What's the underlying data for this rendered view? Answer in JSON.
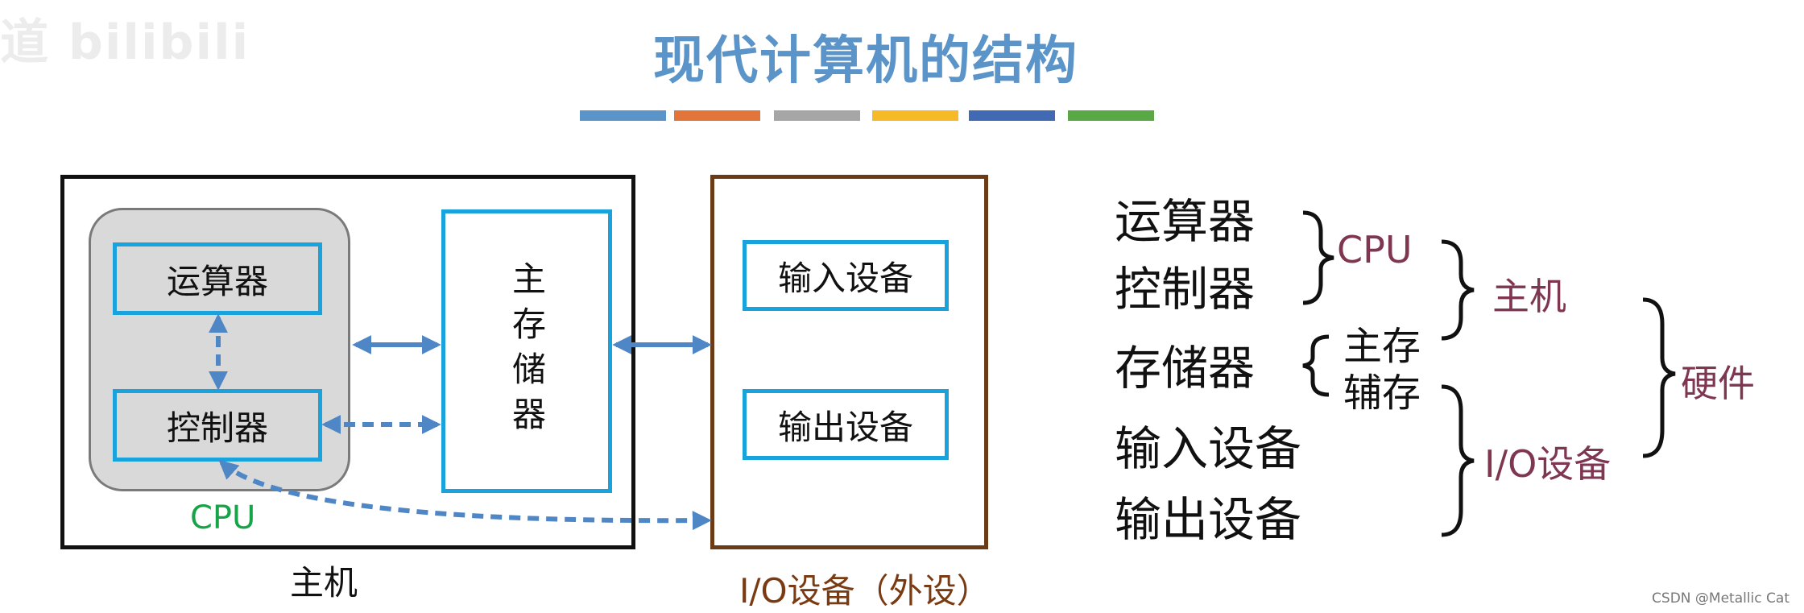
{
  "watermark": "道  bilibili",
  "title": "现代计算机的结构",
  "stripe_colors": [
    "#5b94c8",
    "#e2763a",
    "#a6a6a6",
    "#f6b928",
    "#4169b4",
    "#5aa845"
  ],
  "diagram": {
    "alu": "运算器",
    "control_unit": "控制器",
    "cpu_label": "CPU",
    "main_memory": "主存储器",
    "input_device": "输入设备",
    "output_device": "输出设备",
    "host_label": "主机",
    "io_label": "I/O设备（外设）"
  },
  "classification": {
    "alu": "运算器",
    "control_unit": "控制器",
    "storage": "存储器",
    "input_device": "输入设备",
    "output_device": "输出设备",
    "cpu": "CPU",
    "main_memory": "主存",
    "aux_memory": "辅存",
    "host": "主机",
    "io_device": "I/O设备",
    "hardware": "硬件"
  },
  "credit": "CSDN @Metallic Cat",
  "colors": {
    "title": "#5b94c8",
    "unit_border": "#1aa2dc",
    "arrow": "#4f86c6",
    "cpu_label": "#17a348",
    "io_border": "#6b3b16",
    "class_label": "#7e3651"
  }
}
